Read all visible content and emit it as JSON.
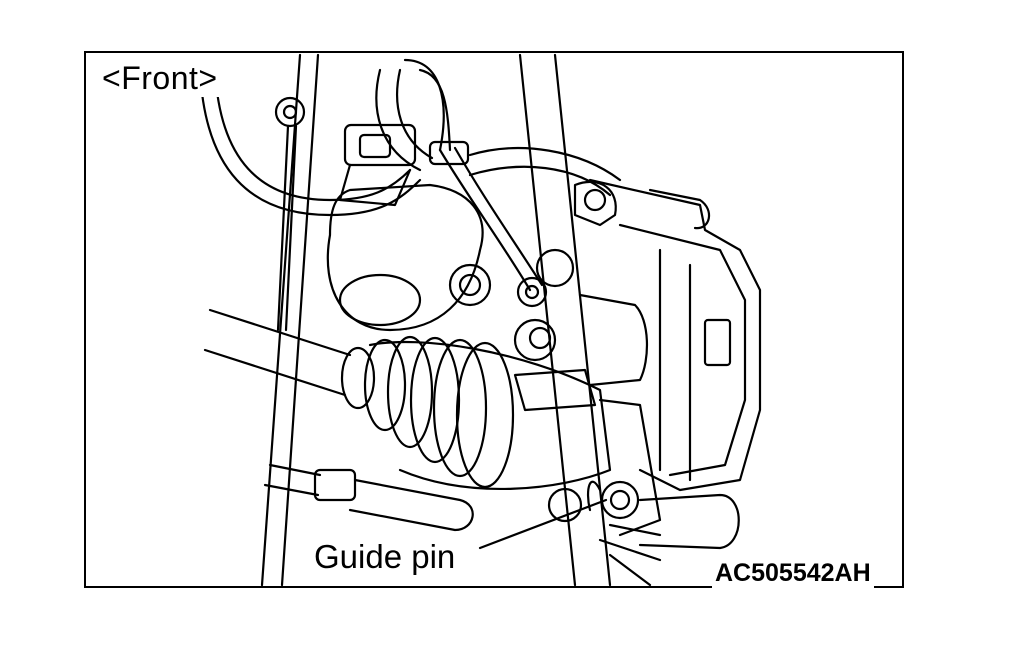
{
  "title": "<Front>",
  "callouts": [
    {
      "label": "Guide pin"
    }
  ],
  "figure_code": "AC505542AH",
  "style": {
    "line_color": "#000000",
    "background": "#ffffff"
  }
}
